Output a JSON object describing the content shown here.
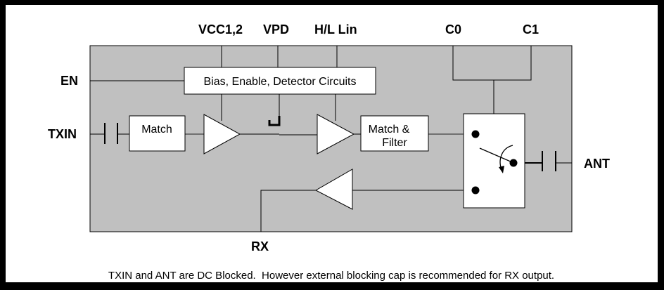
{
  "diagram": {
    "type": "block-diagram",
    "pins": {
      "vcc": "VCC1,2",
      "vpd": "VPD",
      "hl_lin": "H/L Lin",
      "c0": "C0",
      "c1": "C1",
      "en": "EN",
      "txin": "TXIN",
      "ant": "ANT",
      "rx": "RX"
    },
    "blocks": {
      "bias": "Bias, Enable, Detector Circuits",
      "match": "Match",
      "match_filter_line1": "Match &",
      "match_filter_line2": "Filter"
    },
    "colors": {
      "chip_fill": "#c0c0c0",
      "block_fill": "#ffffff",
      "line": "#000000"
    },
    "footnote": "TXIN and ANT are DC Blocked.  However external blocking cap is recommended for RX output."
  }
}
